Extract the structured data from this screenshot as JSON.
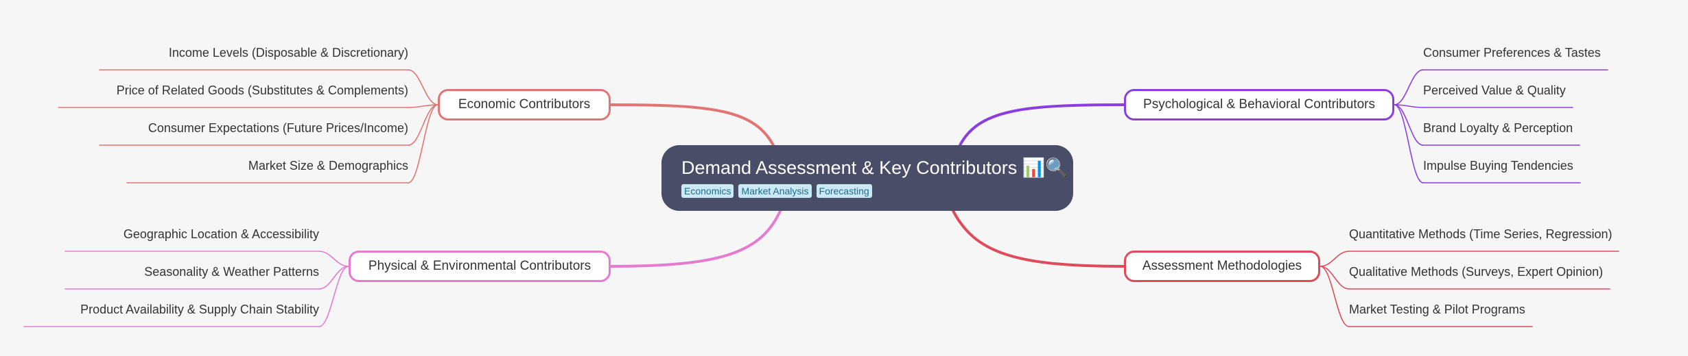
{
  "root": {
    "title": "Demand Assessment & Key Contributors 📊🔍",
    "tags": [
      "Economics",
      "Market Analysis",
      "Forecasting"
    ]
  },
  "colors": {
    "economic": "#e27474",
    "physical": "#e67ad0",
    "psychological": "#8a3ee0",
    "methodologies": "#e04a5a",
    "root_bg": "#4a4d68"
  },
  "branches": {
    "economic": {
      "label": "Economic Contributors",
      "items": [
        "Income Levels (Disposable & Discretionary)",
        "Price of Related Goods (Substitutes & Complements)",
        "Consumer Expectations (Future Prices/Income)",
        "Market Size & Demographics"
      ]
    },
    "physical": {
      "label": "Physical & Environmental Contributors",
      "items": [
        "Geographic Location & Accessibility",
        "Seasonality & Weather Patterns",
        "Product Availability & Supply Chain Stability"
      ]
    },
    "psychological": {
      "label": "Psychological & Behavioral Contributors",
      "items": [
        "Consumer Preferences & Tastes",
        "Perceived Value & Quality",
        "Brand Loyalty & Perception",
        "Impulse Buying Tendencies"
      ]
    },
    "methodologies": {
      "label": "Assessment Methodologies",
      "items": [
        "Quantitative Methods (Time Series, Regression)",
        "Qualitative Methods (Surveys, Expert Opinion)",
        "Market Testing & Pilot Programs"
      ]
    }
  }
}
